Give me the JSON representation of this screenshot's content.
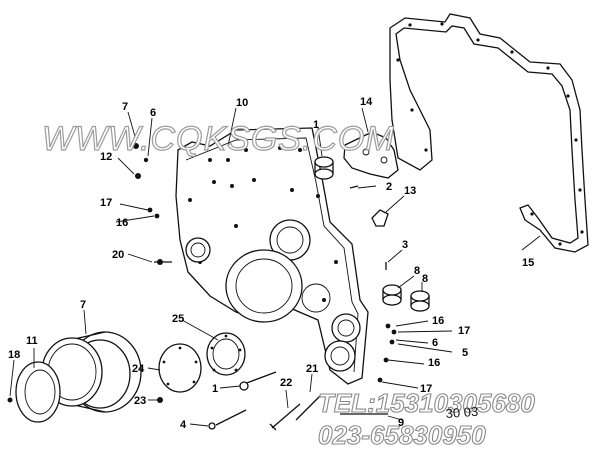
{
  "watermark": {
    "site": "WWW.CQKSGS.COM",
    "tel": "TEL:15310305680",
    "phone": "023-65830950",
    "stamp": "30 03"
  },
  "callouts": [
    {
      "id": "c7a",
      "text": "7"
    },
    {
      "id": "c6a",
      "text": "6"
    },
    {
      "id": "c10",
      "text": "10"
    },
    {
      "id": "c14",
      "text": "14"
    },
    {
      "id": "c12",
      "text": "12"
    },
    {
      "id": "c1a",
      "text": "1"
    },
    {
      "id": "c2",
      "text": "2"
    },
    {
      "id": "c13",
      "text": "13"
    },
    {
      "id": "c17a",
      "text": "17"
    },
    {
      "id": "c16a",
      "text": "16"
    },
    {
      "id": "c20",
      "text": "20"
    },
    {
      "id": "c3",
      "text": "3"
    },
    {
      "id": "c8a",
      "text": "8"
    },
    {
      "id": "c8b",
      "text": "8"
    },
    {
      "id": "c15",
      "text": "15"
    },
    {
      "id": "c7b",
      "text": "7"
    },
    {
      "id": "c25",
      "text": "25"
    },
    {
      "id": "c16b",
      "text": "16"
    },
    {
      "id": "c17b",
      "text": "17"
    },
    {
      "id": "c6b",
      "text": "6"
    },
    {
      "id": "c5",
      "text": "5"
    },
    {
      "id": "c11",
      "text": "11"
    },
    {
      "id": "c18",
      "text": "18"
    },
    {
      "id": "c24",
      "text": "24"
    },
    {
      "id": "c16c",
      "text": "16"
    },
    {
      "id": "c22",
      "text": "22"
    },
    {
      "id": "c21",
      "text": "21"
    },
    {
      "id": "c1b",
      "text": "1"
    },
    {
      "id": "c23",
      "text": "23"
    },
    {
      "id": "c17c",
      "text": "17"
    },
    {
      "id": "c4",
      "text": "4"
    },
    {
      "id": "c9",
      "text": "9"
    }
  ]
}
